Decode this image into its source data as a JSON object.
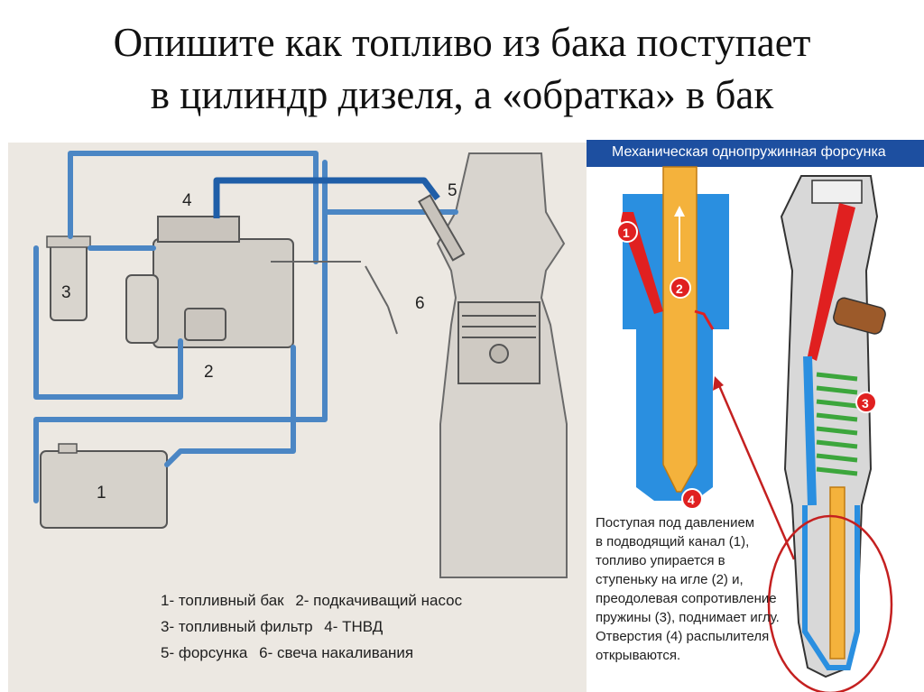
{
  "title": {
    "line1": "Опишите как топливо из бака поступает",
    "line2": "в цилиндр дизеля, а «обратка» в бак"
  },
  "left_diagram": {
    "labels": [
      "1",
      "2",
      "3",
      "4",
      "5",
      "6"
    ],
    "legend": [
      [
        "1- топливный бак",
        "2- подкачиващий насос"
      ],
      [
        "3- топливный фильтр",
        "4- ТНВД"
      ],
      [
        "5- форсунка",
        "6- свеча накаливания"
      ]
    ]
  },
  "right_diagram": {
    "header": "Механическая однопружинная форсунка",
    "labels": [
      "1",
      "2",
      "3",
      "4"
    ],
    "description": [
      "Поступая под давлением",
      "в подводящий канал (1),",
      "топливо упирается в",
      "ступеньку на игле (2) и,",
      "преодолевая сопротивление",
      "пружины (3), поднимает иглу.",
      "Отверстия (4)  распылителя",
      "открываются."
    ]
  },
  "colors": {
    "fuel_line": "#4b86c4",
    "fuel_line_dark": "#1f5ea8",
    "panel_background": "#ece8e2",
    "header": "#1d4fa0",
    "injector_body": "#f4b23c",
    "supply_channel": "#e02020",
    "nozzle_cavity": "#2a8fe0",
    "spring": "#3ca63c"
  }
}
